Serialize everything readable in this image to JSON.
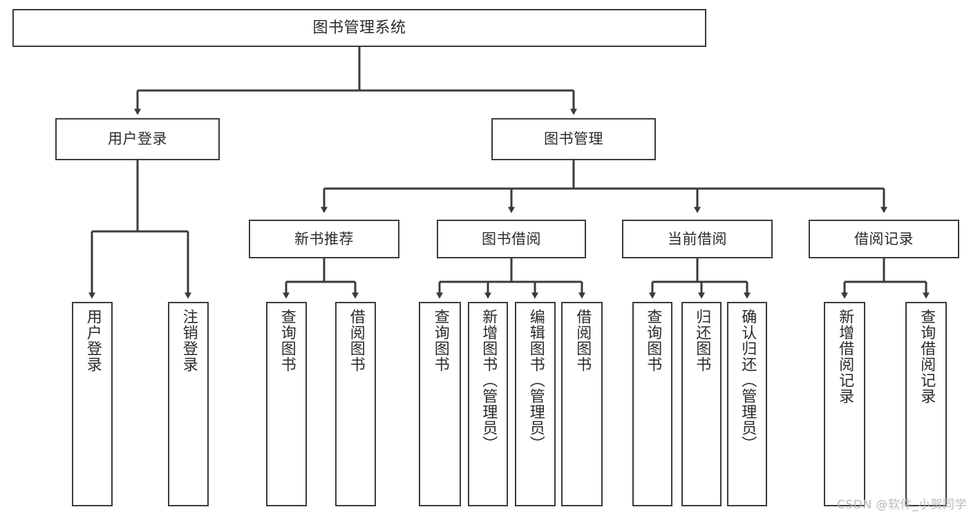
{
  "diagram": {
    "kind": "functional-structure-tree",
    "title": "图书管理系统",
    "watermark": "CSDN @软件_小贺同学",
    "colors": {
      "node_border": "#3a3a3a",
      "node_fill": "#ffffff",
      "edge": "#3a3a3a",
      "text": "#2b2b2b",
      "watermark": "#b9b9b9",
      "background": "#ffffff"
    },
    "root": {
      "id": "root",
      "label": "图书管理系统"
    },
    "level2": [
      {
        "id": "user-login",
        "label": "用户登录"
      },
      {
        "id": "book-manage",
        "label": "图书管理"
      }
    ],
    "level3": [
      {
        "id": "new-book-rec",
        "label": "新书推荐"
      },
      {
        "id": "book-borrow",
        "label": "图书借阅"
      },
      {
        "id": "current-borrow",
        "label": "当前借阅"
      },
      {
        "id": "borrow-record",
        "label": "借阅记录"
      }
    ],
    "leaves": {
      "user_login": [
        {
          "id": "leaf-user-login",
          "label": "用户登录"
        },
        {
          "id": "leaf-logout-login",
          "label": "注销登录"
        }
      ],
      "new_book_rec": [
        {
          "id": "leaf-query-book-1",
          "label": "查询图书"
        },
        {
          "id": "leaf-borrow-book-1",
          "label": "借阅图书"
        }
      ],
      "book_borrow": [
        {
          "id": "leaf-query-book-2",
          "label": "查询图书"
        },
        {
          "id": "leaf-add-book",
          "label": "新增图书（管理员）"
        },
        {
          "id": "leaf-edit-book",
          "label": "编辑图书（管理员）"
        },
        {
          "id": "leaf-borrow-book-2",
          "label": "借阅图书"
        }
      ],
      "current_borrow": [
        {
          "id": "leaf-query-book-3",
          "label": "查询图书"
        },
        {
          "id": "leaf-return-book",
          "label": "归还图书"
        },
        {
          "id": "leaf-confirm-return",
          "label": "确认归还（管理员）"
        }
      ],
      "borrow_record": [
        {
          "id": "leaf-add-record",
          "label": "新增借阅记录"
        },
        {
          "id": "leaf-query-record",
          "label": "查询借阅记录"
        }
      ]
    }
  }
}
